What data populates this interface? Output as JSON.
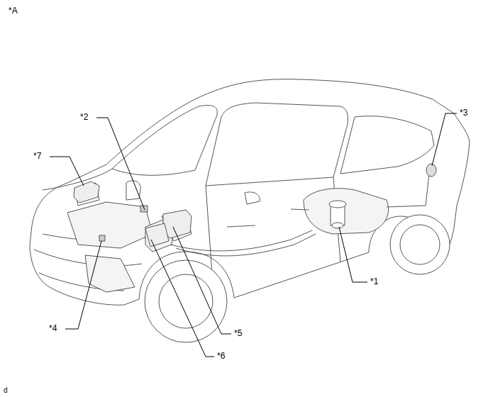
{
  "diagram": {
    "labels": [
      "*A",
      "*3",
      "*2",
      "*7",
      "*1",
      "*4",
      "*5",
      "*6",
      "d"
    ]
  }
}
